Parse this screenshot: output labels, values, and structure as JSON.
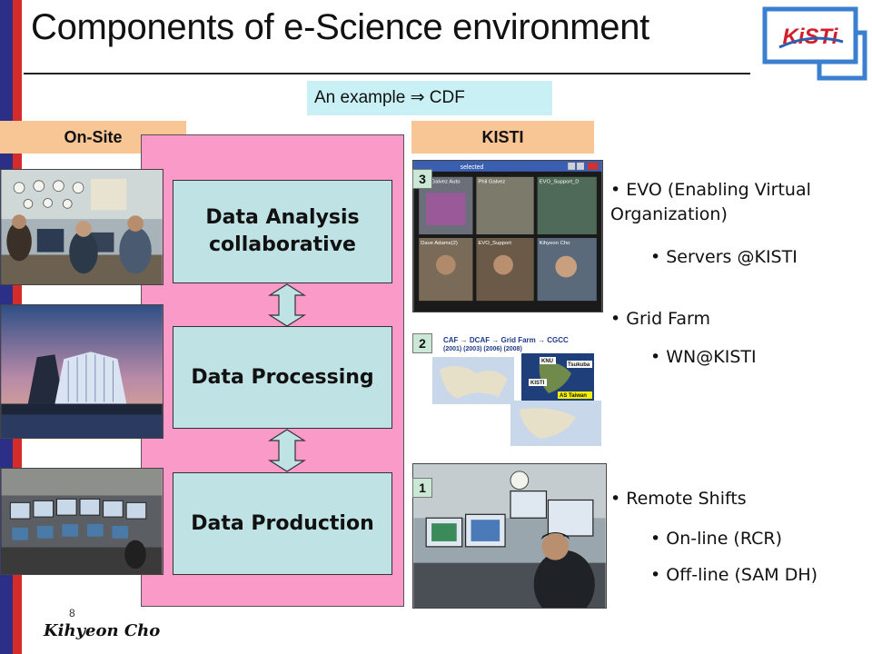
{
  "slide": {
    "title": "Components of e-Science environment",
    "example_label": "An example ⇒ CDF",
    "headers": {
      "onsite": "On-Site",
      "kisti": "KISTI"
    },
    "stages": {
      "analysis": "Data Analysis collaborative",
      "processing": "Data Processing",
      "production": "Data Production"
    },
    "markers": {
      "m3": "3",
      "m2": "2",
      "m1": "1"
    },
    "bullets": {
      "evo": "EVO (Enabling Virtual Organization)",
      "evo_sub": "Servers @KISTI",
      "grid": "Grid Farm",
      "grid_sub": "WN@KISTI",
      "remote": "Remote Shifts",
      "remote_sub1": "On-line (RCR)",
      "remote_sub2": "Off-line (SAM DH)"
    },
    "screenshot_texts": {
      "evo_window": "selected",
      "evo_panels": [
        "Phil Galvez Auto",
        "Phil Galvez",
        "EVO_Support_D",
        "Dave Adams(2)",
        "EVO_Support",
        "Kihyeon Cho"
      ],
      "grid_header": "CAF → DCAF → Grid Farm → CGCC",
      "grid_years": "(2001)   (2003)        (2006)      (2008)",
      "grid_labels": [
        "KNU",
        "Tsukuba",
        "KISTI",
        "AS Taiwan"
      ]
    },
    "logo_text": "KiSTi",
    "footer": {
      "page": "8",
      "author": "Kihyeon Cho"
    }
  }
}
